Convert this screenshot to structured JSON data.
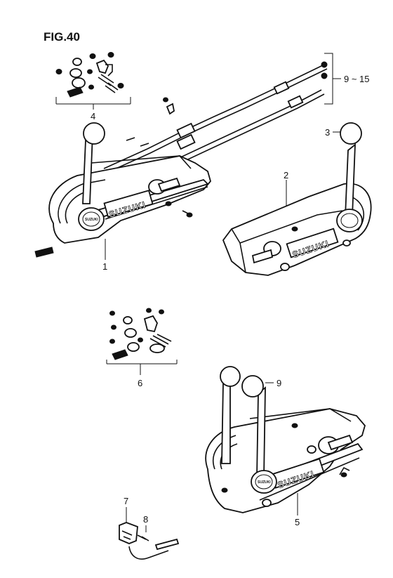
{
  "figure": {
    "title": "FIG.40",
    "brand": "SUZUKI",
    "knob_brand": "SUZUKI"
  },
  "callouts": [
    {
      "id": "c1",
      "text": "1"
    },
    {
      "id": "c2",
      "text": "2"
    },
    {
      "id": "c3",
      "text": "3"
    },
    {
      "id": "c4",
      "text": "4"
    },
    {
      "id": "c5",
      "text": "5"
    },
    {
      "id": "c6",
      "text": "6"
    },
    {
      "id": "c7",
      "text": "7"
    },
    {
      "id": "c8",
      "text": "8"
    },
    {
      "id": "c9",
      "text": "9"
    },
    {
      "id": "c9-15",
      "text": "9 ~ 15"
    }
  ],
  "colors": {
    "ink": "#111111",
    "paper": "#ffffff"
  }
}
